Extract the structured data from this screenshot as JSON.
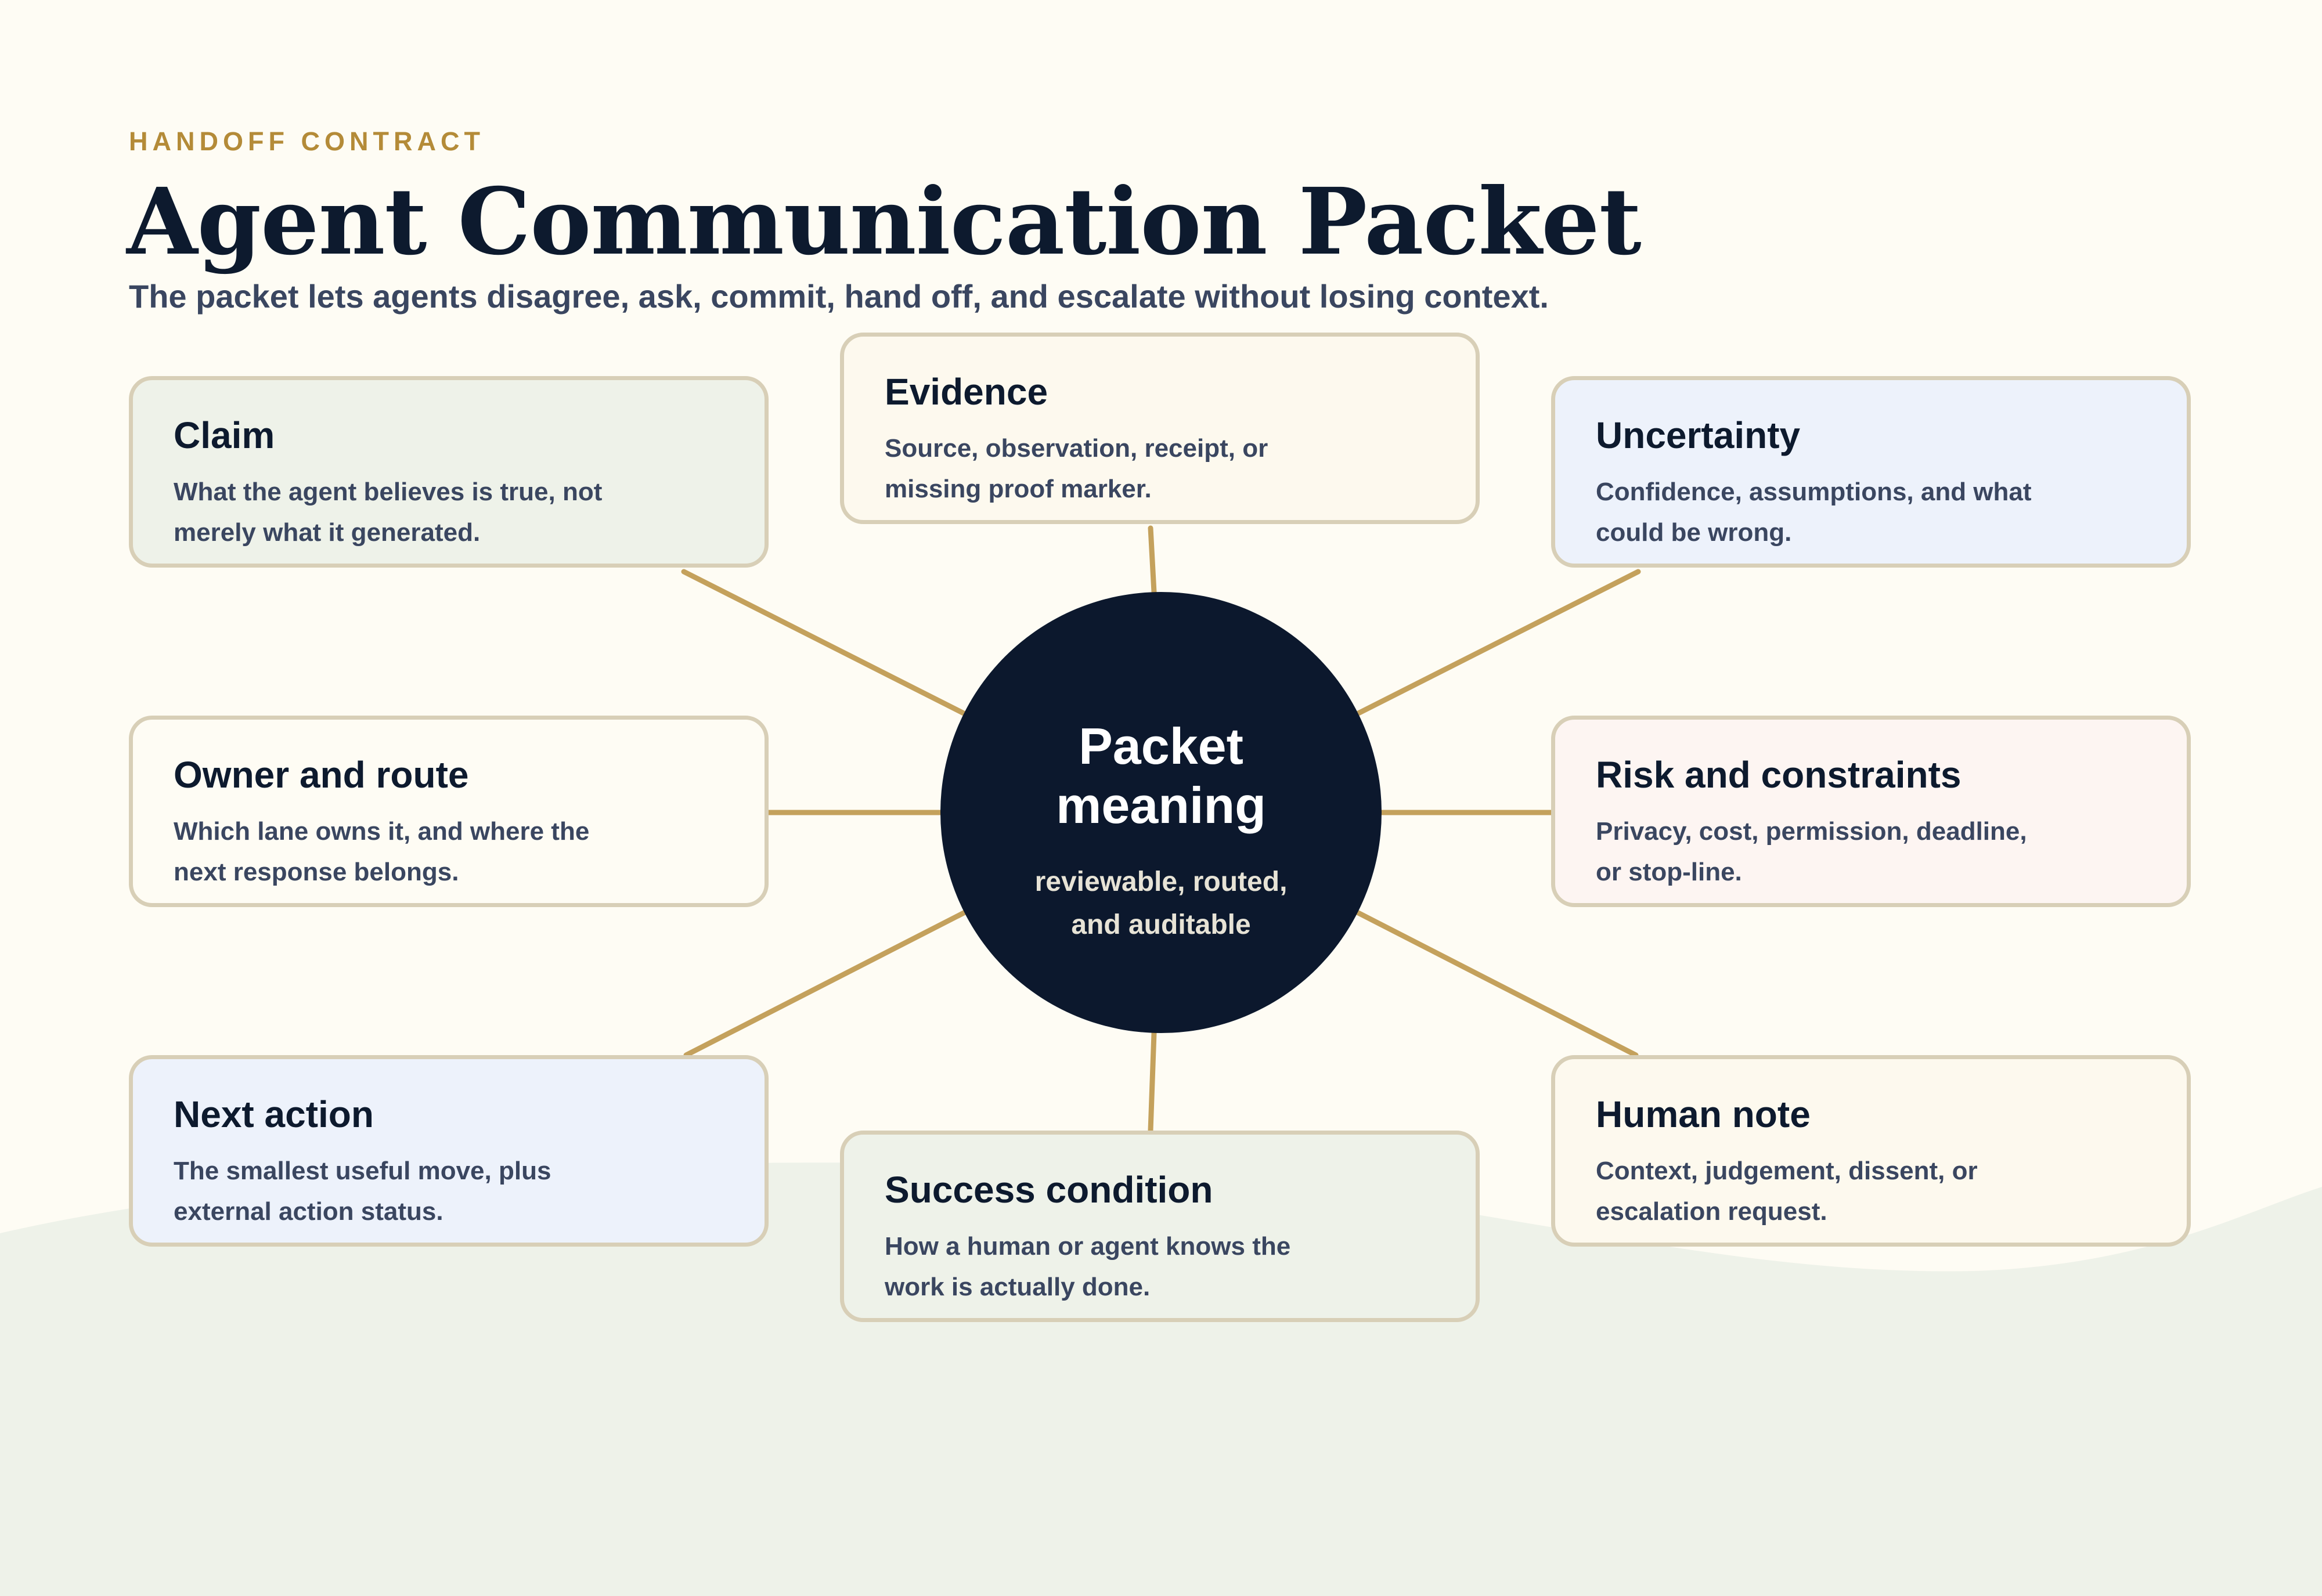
{
  "header": {
    "eyebrow": "HANDOFF CONTRACT",
    "title": "Agent Communication Packet",
    "subtitle": "The packet lets agents disagree, ask, commit, hand off, and escalate without losing context."
  },
  "hub": {
    "title": "Packet meaning",
    "subtitle": "reviewable, routed, and auditable"
  },
  "cards": [
    {
      "key": "claim",
      "title": "Claim",
      "desc": "What the agent believes is true, not merely what it generated.",
      "fill": "#eef2e9"
    },
    {
      "key": "evidence",
      "title": "Evidence",
      "desc": "Source, observation, receipt, or missing proof marker.",
      "fill": "#fdf9ee"
    },
    {
      "key": "uncertainty",
      "title": "Uncertainty",
      "desc": "Confidence, assumptions, and what could be wrong.",
      "fill": "#edf2fb"
    },
    {
      "key": "owner-route",
      "title": "Owner and route",
      "desc": "Which lane owns it, and where the next response belongs.",
      "fill": "#fefcf4"
    },
    {
      "key": "risk-constraints",
      "title": "Risk and constraints",
      "desc": "Privacy, cost, permission, deadline, or stop-line.",
      "fill": "#fdf5f2"
    },
    {
      "key": "next-action",
      "title": "Next action",
      "desc": "The smallest useful move, plus external action status.",
      "fill": "#edf2fb"
    },
    {
      "key": "success-condition",
      "title": "Success condition",
      "desc": "How a human or agent knows the work is actually done.",
      "fill": "#eef2e9"
    },
    {
      "key": "human-note",
      "title": "Human note",
      "desc": "Context, judgement, dissent, or escalation request.",
      "fill": "#fdf9ee"
    }
  ],
  "colors": {
    "background": "#fefcf4",
    "ground": "#eef2e9",
    "connector": "#c4a15c",
    "hub": "#0c182d",
    "card_border": "#d8cfb7",
    "eyebrow": "#b48b38",
    "heading": "#0d1a2e",
    "body_text": "#3a4660"
  }
}
